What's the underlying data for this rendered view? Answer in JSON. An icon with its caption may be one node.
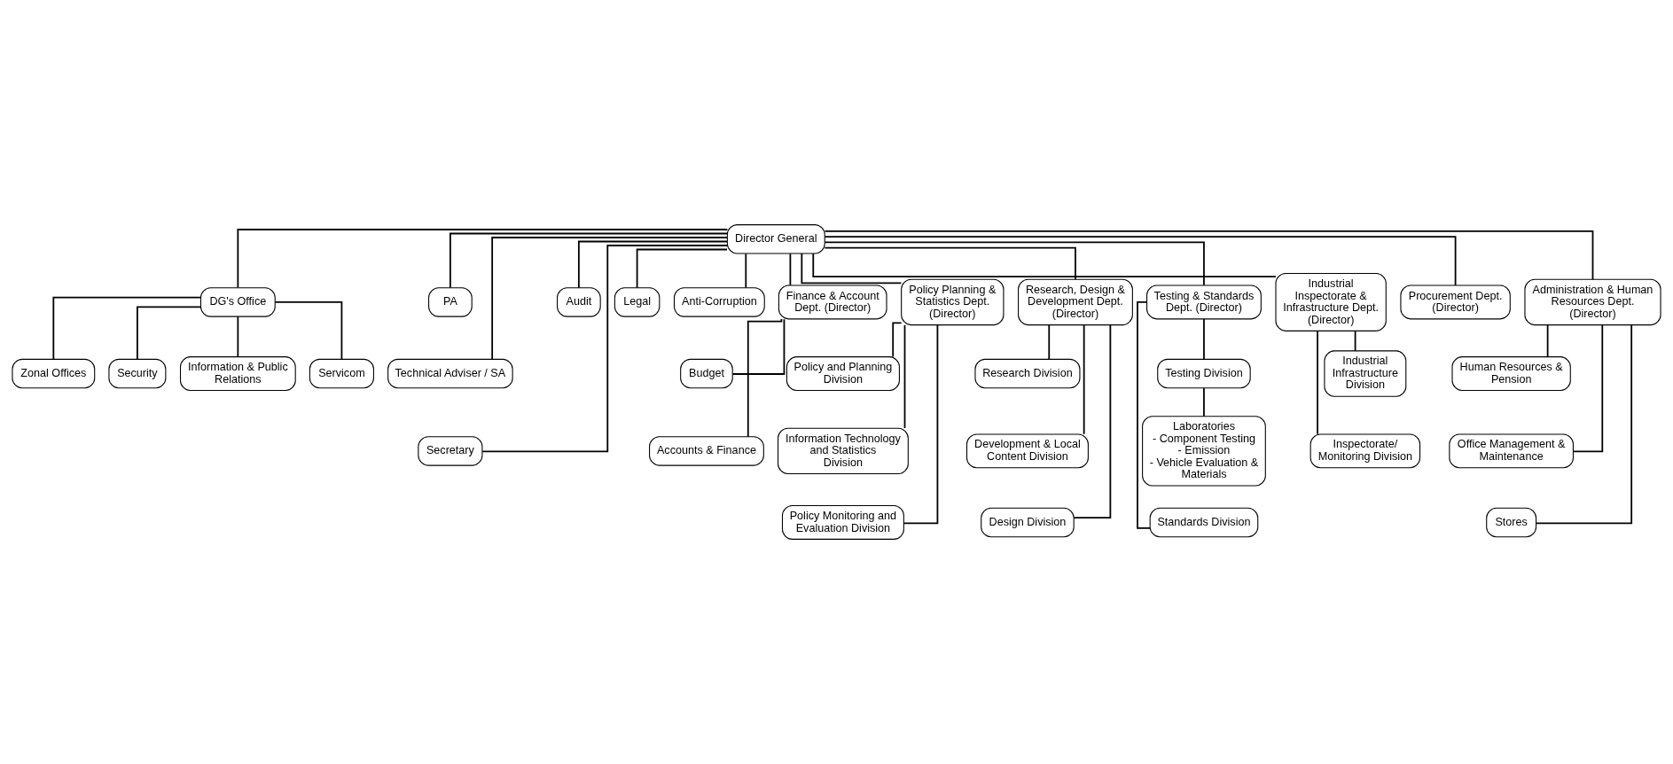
{
  "diagram": {
    "nodes": [
      {
        "text": [
          "Director General"
        ]
      },
      {
        "text": [
          "DG's Office"
        ]
      },
      {
        "text": [
          "Zonal Offices"
        ]
      },
      {
        "text": [
          "Security"
        ]
      },
      {
        "text": [
          "Information & Public Relations"
        ]
      },
      {
        "text": [
          "Servicom"
        ]
      },
      {
        "text": [
          "PA"
        ]
      },
      {
        "text": [
          "Technical Adviser / SA"
        ]
      },
      {
        "text": [
          "Secretary"
        ]
      },
      {
        "text": [
          "Audit"
        ]
      },
      {
        "text": [
          "Legal"
        ]
      },
      {
        "text": [
          "Anti-Corruption"
        ]
      },
      {
        "text": [
          "Finance & Account Dept. (Director)"
        ]
      },
      {
        "text": [
          "Budget"
        ]
      },
      {
        "text": [
          "Accounts & Finance"
        ]
      },
      {
        "text": [
          "Policy Planning & Statistics Dept. (Director)"
        ]
      },
      {
        "text": [
          "Policy and Planning Division"
        ]
      },
      {
        "text": [
          "Information Technology and Statistics Division"
        ]
      },
      {
        "text": [
          "Policy Monitoring and Evaluation Division"
        ]
      },
      {
        "text": [
          "Research, Design & Development Dept. (Director)"
        ]
      },
      {
        "text": [
          "Research Division"
        ]
      },
      {
        "text": [
          "Development & Local Content Division"
        ]
      },
      {
        "text": [
          "Design Division"
        ]
      },
      {
        "text": [
          "Testing & Standards Dept. (Director)"
        ]
      },
      {
        "text": [
          "Testing Division"
        ]
      },
      {
        "text": [
          "Laboratories",
          "- Component Testing",
          "- Emission",
          "- Vehicle Evaluation & Materials"
        ]
      },
      {
        "text": [
          "Standards Division"
        ]
      },
      {
        "text": [
          "Industrial Inspectorate & Infrastructure Dept. (Director)"
        ]
      },
      {
        "text": [
          "Industrial Infrastructure Division"
        ]
      },
      {
        "text": [
          "Inspectorate/ Monitoring Division"
        ]
      },
      {
        "text": [
          "Procurement Dept. (Director)"
        ]
      },
      {
        "text": [
          "Administration & Human Resources Dept. (Director)"
        ]
      },
      {
        "text": [
          "Human Resources & Pension"
        ]
      },
      {
        "text": [
          "Office Management & Maintenance"
        ]
      },
      {
        "text": [
          "Stores"
        ]
      }
    ],
    "edges": [
      {
        "from": 0,
        "to": 1,
        "arrow": "none"
      },
      {
        "from": 1,
        "to": 2,
        "arrow": "none"
      },
      {
        "from": 1,
        "to": 3,
        "arrow": "none"
      },
      {
        "from": 1,
        "to": 4,
        "arrow": "none"
      },
      {
        "from": 1,
        "to": 5,
        "arrow": "none"
      },
      {
        "from": 0,
        "to": 6,
        "arrow": "none"
      },
      {
        "from": 0,
        "to": 7,
        "arrow": "none"
      },
      {
        "from": 0,
        "to": 8,
        "arrow": "none"
      },
      {
        "from": 0,
        "to": 9,
        "arrow": "none"
      },
      {
        "from": 0,
        "to": 10,
        "arrow": "none"
      },
      {
        "from": 0,
        "to": 11,
        "arrow": "none"
      },
      {
        "from": 0,
        "to": 12,
        "arrow": "none"
      },
      {
        "from": 0,
        "to": 15,
        "arrow": "none"
      },
      {
        "from": 0,
        "to": 19,
        "arrow": "none"
      },
      {
        "from": 0,
        "to": 23,
        "arrow": "none"
      },
      {
        "from": 0,
        "to": 27,
        "arrow": "none"
      },
      {
        "from": 0,
        "to": 30,
        "arrow": "none"
      },
      {
        "from": 0,
        "to": 31,
        "arrow": "none"
      },
      {
        "from": 12,
        "to": 13,
        "arrow": "none"
      },
      {
        "from": 12,
        "to": 14,
        "arrow": "none"
      },
      {
        "from": 15,
        "to": 16,
        "arrow": "none"
      },
      {
        "from": 15,
        "to": 17,
        "arrow": "none"
      },
      {
        "from": 15,
        "to": 18,
        "arrow": "none"
      },
      {
        "from": 19,
        "to": 20,
        "arrow": "none"
      },
      {
        "from": 19,
        "to": 21,
        "arrow": "none"
      },
      {
        "from": 19,
        "to": 22,
        "arrow": "none"
      },
      {
        "from": 23,
        "to": 24,
        "arrow": "none"
      },
      {
        "from": 24,
        "to": 25,
        "arrow": "none"
      },
      {
        "from": 23,
        "to": 26,
        "arrow": "none"
      },
      {
        "from": 27,
        "to": 28,
        "arrow": "none"
      },
      {
        "from": 27,
        "to": 29,
        "arrow": "none"
      },
      {
        "from": 31,
        "to": 32,
        "arrow": "none"
      },
      {
        "from": 31,
        "to": 33,
        "arrow": "none"
      },
      {
        "from": 31,
        "to": 34,
        "arrow": "none"
      }
    ]
  }
}
